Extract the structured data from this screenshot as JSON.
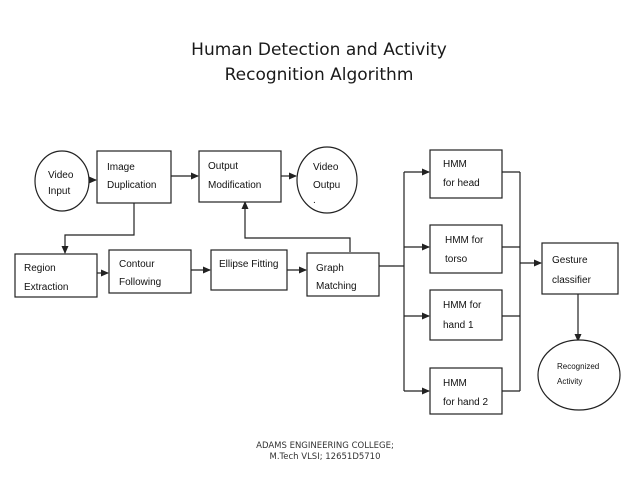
{
  "title": {
    "line1": "Human Detection and Activity",
    "line2": "Recognition Algorithm"
  },
  "footer": {
    "line1": "ADAMS ENGINEERING COLLEGE;",
    "line2": "M.Tech VLSI; 12651D5710"
  },
  "diagram": {
    "nodes": {
      "video_input": {
        "lines": [
          "Video",
          "Input"
        ]
      },
      "image_duplication": {
        "lines": [
          "Image",
          "Duplication"
        ]
      },
      "output_modification": {
        "lines": [
          "Output",
          "Modification"
        ]
      },
      "video_output": {
        "lines": [
          "Video",
          "Outpu",
          "."
        ]
      },
      "region_extraction": {
        "lines": [
          "Region",
          "Extraction"
        ]
      },
      "contour_following": {
        "lines": [
          "Contour",
          "Following"
        ]
      },
      "ellipse_fitting": {
        "lines": [
          "Ellipse Fitting"
        ]
      },
      "graph_matching": {
        "lines": [
          "Graph",
          "Matching"
        ]
      },
      "hmm_head": {
        "lines": [
          "HMM",
          "for head"
        ]
      },
      "hmm_torso": {
        "lines": [
          "HMM for",
          "torso"
        ]
      },
      "hmm_hand1": {
        "lines": [
          "HMM for",
          "hand 1"
        ]
      },
      "hmm_hand2": {
        "lines": [
          "HMM",
          "for hand 2"
        ]
      },
      "gesture_classifier": {
        "lines": [
          "Gesture",
          "classifier"
        ]
      },
      "recognized_activity": {
        "lines": [
          "Recognized",
          "Activity"
        ]
      }
    }
  }
}
